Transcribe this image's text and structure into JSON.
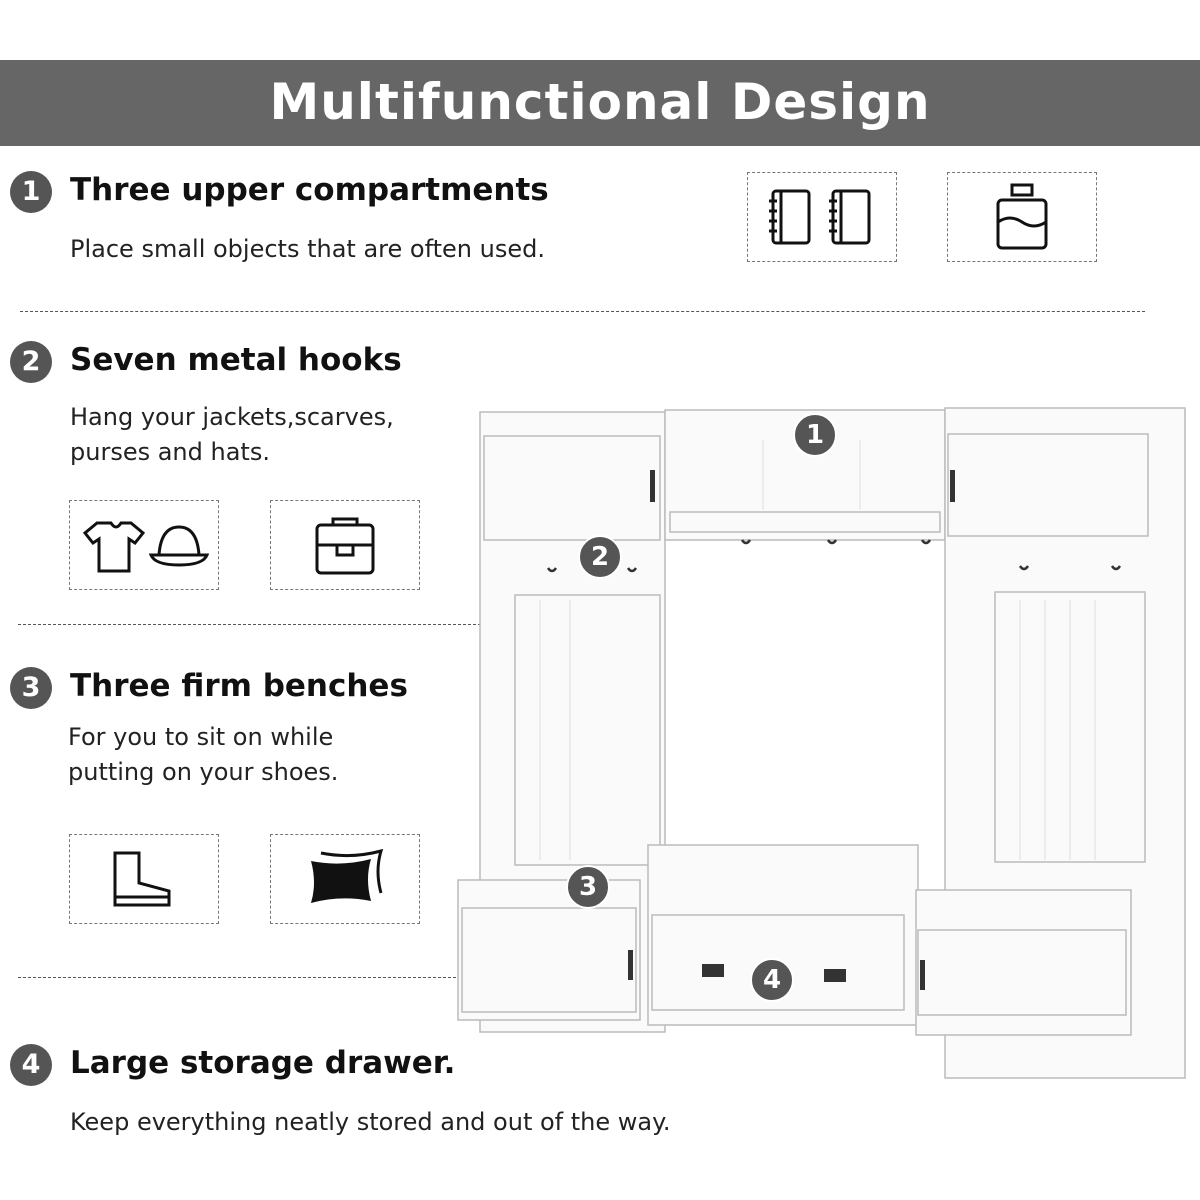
{
  "title": "Multifunctional Design",
  "sections": [
    {
      "num": "1",
      "heading": "Three upper compartments",
      "text": [
        "Place small objects that are often used."
      ],
      "icons": [
        "notebook-icon",
        "perfume-bottle-icon"
      ]
    },
    {
      "num": "2",
      "heading": "Seven metal hooks",
      "text": [
        "Hang your jackets,scarves,",
        "purses and hats."
      ],
      "icons": [
        "tshirt-hat-icon",
        "bag-icon"
      ]
    },
    {
      "num": "3",
      "heading": "Three firm benches",
      "text": [
        "For you to sit on while",
        "putting on your shoes."
      ],
      "icons": [
        "boot-icon",
        "pillow-icon"
      ]
    },
    {
      "num": "4",
      "heading": "Large storage drawer.",
      "text": [
        "Keep everything neatly stored and out of the way."
      ]
    }
  ],
  "markers": [
    "1",
    "2",
    "3",
    "4"
  ],
  "colors": {
    "banner": "#666666",
    "badge": "#555555"
  }
}
